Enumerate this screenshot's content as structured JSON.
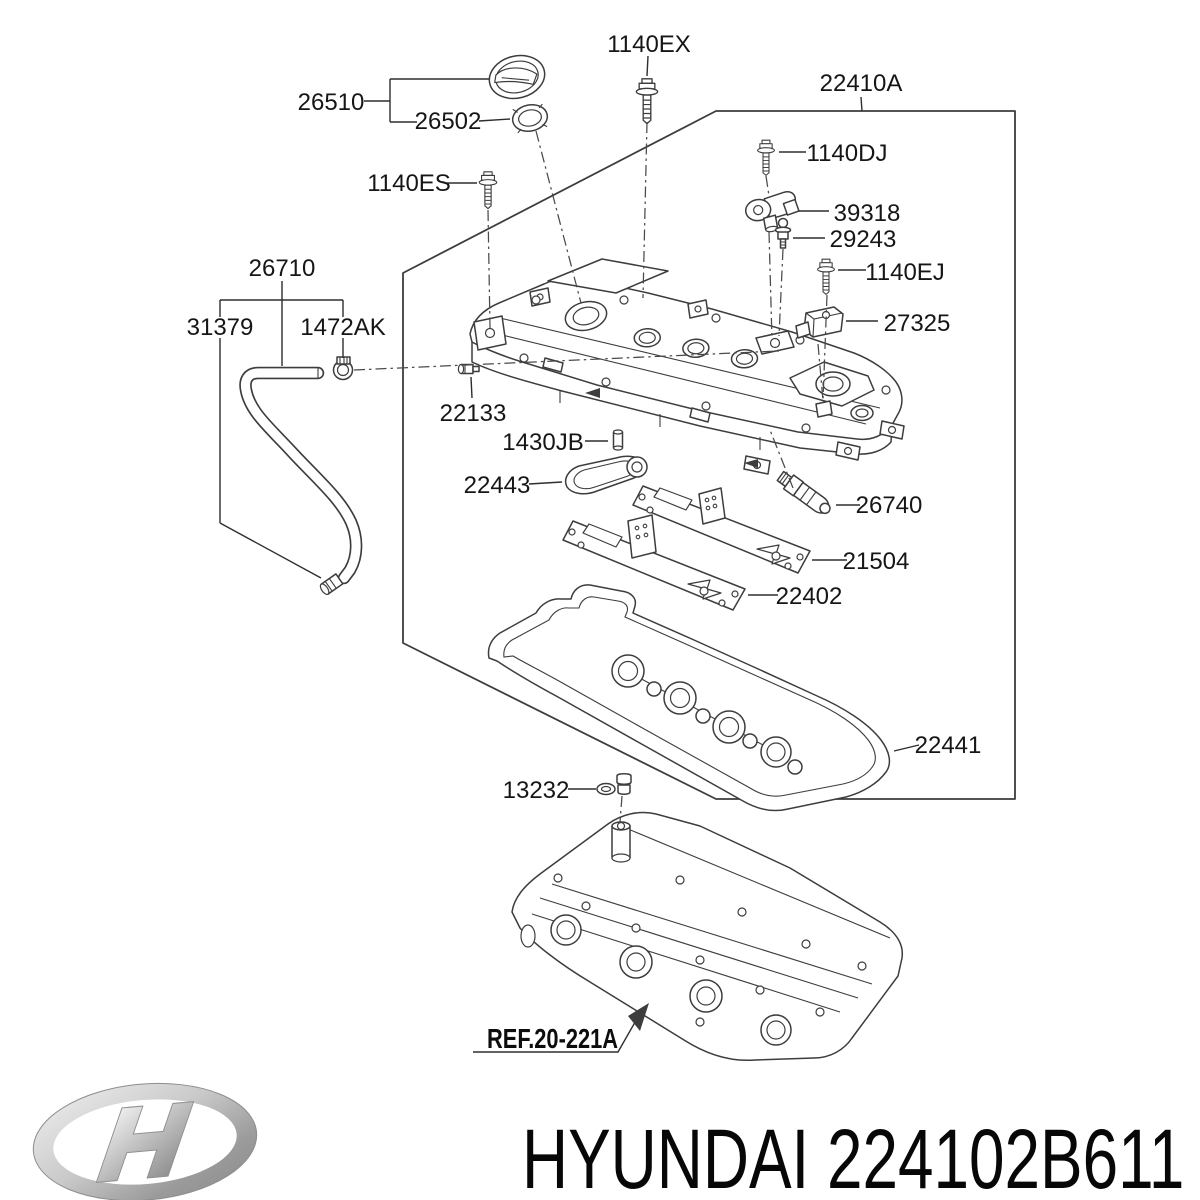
{
  "page": {
    "background": "#ffffff",
    "line_color": "#3d3d3d",
    "text_color": "#161616"
  },
  "diagram": {
    "type": "exploded-parts-diagram",
    "assembly_label": "22410A",
    "reference_label": "REF.20-221A",
    "labels": {
      "p1140ex": "1140EX",
      "p26510": "26510",
      "p26502": "26502",
      "p1140es": "1140ES",
      "p22410a": "22410A",
      "p1140dj": "1140DJ",
      "p39318": "39318",
      "p29243": "29243",
      "p1140ej": "1140EJ",
      "p27325": "27325",
      "p26710": "26710",
      "p31379": "31379",
      "p1472ak": "1472AK",
      "p22133": "22133",
      "p1430jb": "1430JB",
      "p22443": "22443",
      "p26740": "26740",
      "p21504": "21504",
      "p22402": "22402",
      "p22441": "22441",
      "p13232": "13232",
      "ref": "REF.20-221A"
    }
  },
  "footer": {
    "logo": "hyundai-logo",
    "brand": "HYUNDAI",
    "part_number": "224102B611"
  }
}
